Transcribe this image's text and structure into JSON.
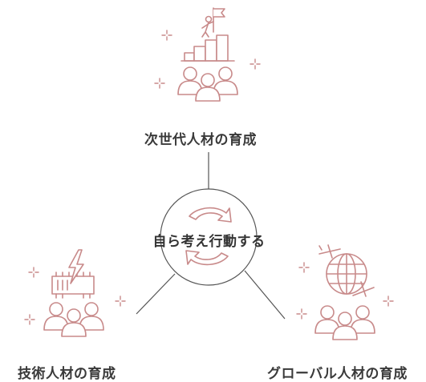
{
  "center": {
    "label": "自ら考え行動する",
    "icon": "refresh-cycle-icon"
  },
  "nodes": [
    {
      "id": "next-gen",
      "label": "次世代人材の育成",
      "icon": "summit-flag-icon"
    },
    {
      "id": "technical",
      "label": "技術人材の育成",
      "icon": "lightning-chip-icon"
    },
    {
      "id": "global",
      "label": "グローバル人材の育成",
      "icon": "globe-airplane-icon"
    }
  ],
  "colors": {
    "accent": "#c88a8a",
    "line": "#555555",
    "text": "#3a3a3a"
  }
}
